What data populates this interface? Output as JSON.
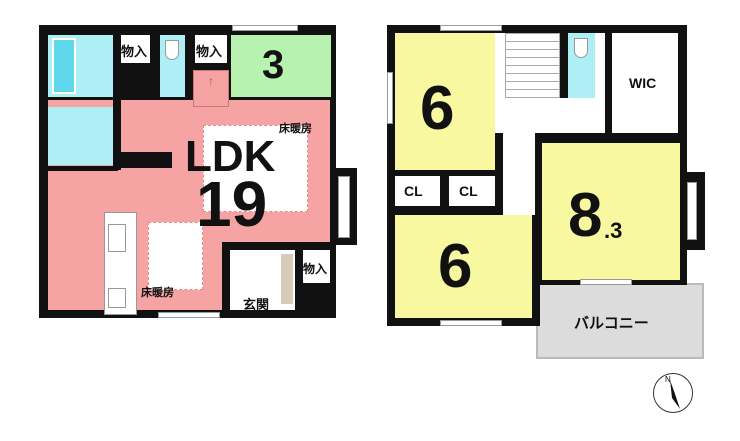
{
  "floor1": {
    "storage_1": "物入",
    "storage_2": "物入",
    "storage_3": "物入",
    "room_japanese_size": "3",
    "ldk_label": "LDK",
    "ldk_size": "19",
    "floor_heating_1": "床暖房",
    "floor_heating_2": "床暖房",
    "entrance": "玄関"
  },
  "floor2": {
    "room_a_size": "6",
    "room_b_size": "6",
    "closet_1": "CL",
    "closet_2": "CL",
    "wic": "WIC",
    "master_size_main": "8",
    "master_size_decimal": ".3",
    "balcony": "バルコニー"
  },
  "compass": {
    "north": "N"
  },
  "colors": {
    "ldk": "#f5a3a3",
    "wet": "#aeeef5",
    "japanese": "#b8f2b0",
    "bedroom": "#f8f8a0",
    "balcony": "#dcdcdc"
  }
}
